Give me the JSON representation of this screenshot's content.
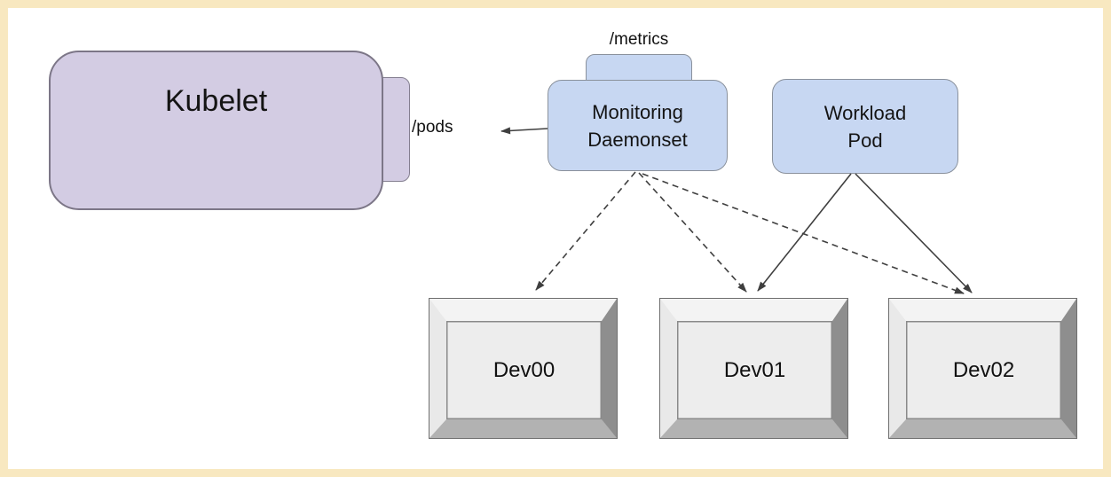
{
  "diagram": {
    "description": "Kubernetes node monitoring diagram: kubelet /pods endpoint, monitoring daemonset with /metrics endpoint, workload pod, and three devices"
  },
  "nodes": {
    "kubelet": {
      "label": "Kubelet"
    },
    "monitoring": {
      "label": "Monitoring Daemonset"
    },
    "workload": {
      "label": "Workload Pod"
    }
  },
  "endpoints": {
    "metrics": "/metrics",
    "pods": "/pods"
  },
  "devices": [
    {
      "label": "Dev00"
    },
    {
      "label": "Dev01"
    },
    {
      "label": "Dev02"
    }
  ],
  "edges": [
    {
      "from": "monitoring",
      "to": "kubelet-pods-endpoint",
      "style": "solid-arrow"
    },
    {
      "from": "monitoring",
      "to": "dev00",
      "style": "dashed-arrow"
    },
    {
      "from": "monitoring",
      "to": "dev01",
      "style": "dashed-arrow"
    },
    {
      "from": "monitoring",
      "to": "dev02",
      "style": "dashed-arrow"
    },
    {
      "from": "workload",
      "to": "dev01",
      "style": "solid-arrow"
    },
    {
      "from": "workload",
      "to": "dev02",
      "style": "solid-arrow"
    }
  ],
  "colors": {
    "frame_border": "#f8e8c0",
    "node_purple": "#d3cce3",
    "node_blue": "#c7d7f2",
    "node_border_gray": "#8a919c",
    "device_face": "#ededed",
    "device_bevel_dark": "#8e8e8e",
    "device_bevel_bottom": "#b2b2b2",
    "device_bevel_light": "#f3f3f3",
    "arrow": "#3f3f3f",
    "canvas": "#ffffff"
  }
}
